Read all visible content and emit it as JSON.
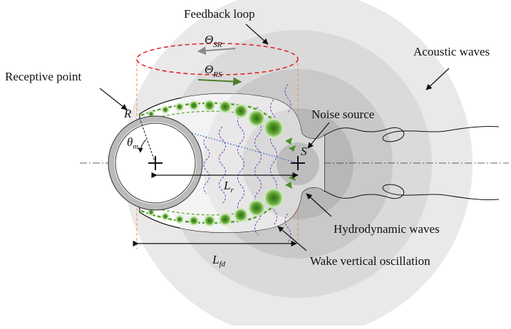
{
  "labels": {
    "feedback_loop": "Feedback loop",
    "acoustic_waves": "Acoustic waves",
    "receptive_point": "Receptive point",
    "noise_source": "Noise source",
    "hydrodynamic_waves": "Hydrodynamic waves",
    "wake_oscillation": "Wake vertical oscillation"
  },
  "symbols": {
    "theta_sr": {
      "main": "Θ",
      "sub": "SR"
    },
    "theta_rs": {
      "main": "Θ",
      "sub": "RS"
    },
    "r_point": "R",
    "s_point": "S",
    "theta_m": {
      "main": "θ",
      "sub": "m"
    },
    "l_r": {
      "main": "L",
      "sub": "r"
    },
    "l_fd": {
      "main": "L",
      "sub": "fd"
    }
  },
  "colors": {
    "ring_outer": "#e9e9e9",
    "ring_2": "#dadada",
    "ring_3": "#c9c9c9",
    "ring_4": "#b7b7b7",
    "ring_core": "#9f9f9f",
    "feedback_ellipse": "#e0282a",
    "arrow_sr": "#8a8a8a",
    "arrow_rs": "#4f7f2a",
    "vortex_green": "#5aa02c",
    "hydro_wave": "#7b3fb0",
    "reference_line": "#f08a4b"
  }
}
